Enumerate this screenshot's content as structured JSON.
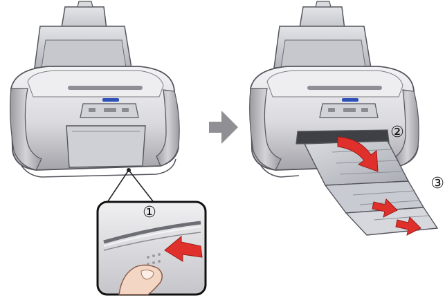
{
  "steps": {
    "step1": "①",
    "step2": "②",
    "step3": "③"
  },
  "colors": {
    "body_light": "#e9e9ec",
    "body_mid": "#c9c9cd",
    "body_dark": "#8c8c92",
    "outline": "#55565c",
    "tray": "#b9bcc3",
    "tray_light": "#d6d8dd",
    "button_blue": "#2b4fb8",
    "arrow_gray": "#909094",
    "arrow_red": "#e0302c",
    "skin": "#f3d7c4"
  },
  "icons": {
    "process_arrow": "right-arrow-icon",
    "press_arrow": "left-arrow-icon",
    "open_arrow": "curved-arrow-icon",
    "extend_arrow": "down-right-arrow-icon"
  }
}
